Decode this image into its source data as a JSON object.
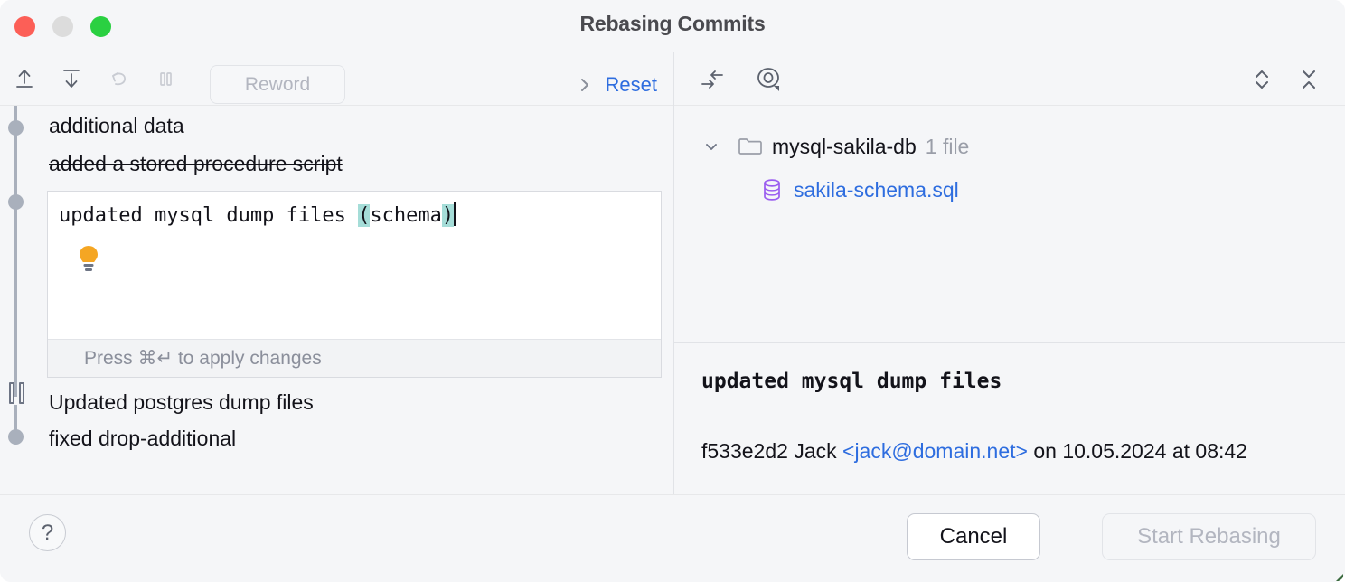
{
  "window": {
    "title": "Rebasing Commits",
    "traffic_lights": [
      "close-button",
      "minimize-button",
      "zoom-button"
    ]
  },
  "left_toolbar": {
    "icons": [
      {
        "name": "pick-up-icon",
        "label": "Pick"
      },
      {
        "name": "move-down-icon",
        "label": "Move Down"
      },
      {
        "name": "undo-icon",
        "label": "Undo"
      },
      {
        "name": "pause-stop-icon",
        "label": "Stop to Edit"
      }
    ],
    "reword_label": "Reword",
    "reset_label": "Reset",
    "reset_chevron": "chevron-right-icon"
  },
  "commits": [
    {
      "subject": "additional data",
      "marker": "dot",
      "struck": false,
      "editing": false
    },
    {
      "subject": "added a stored procedure script",
      "marker": "none",
      "struck": true,
      "editing": false
    },
    {
      "subject": "updated mysql dump files (schema)",
      "marker": "dot",
      "struck": false,
      "editing": true
    },
    {
      "subject": "Updated postgres dump files",
      "marker": "pause",
      "struck": false,
      "editing": false
    },
    {
      "subject": "fixed drop-additional",
      "marker": "dot",
      "struck": false,
      "editing": false
    }
  ],
  "editor": {
    "text_before": "updated mysql dump files ",
    "open_bracket": "(",
    "inner": "schema",
    "close_bracket": ")",
    "hint": "Press ⌘↵ to apply changes",
    "bulb_icon": "lightbulb-icon",
    "bulb_color": "#f5a623",
    "bracket_highlight_color": "#a5ddd8"
  },
  "right_toolbar": {
    "icons": [
      {
        "name": "group-by-directory-icon"
      },
      {
        "name": "preview-eye-icon"
      },
      {
        "name": "expand-all-icon"
      },
      {
        "name": "collapse-all-icon"
      }
    ]
  },
  "file_tree": {
    "chevron": "chevron-down-icon",
    "folder_icon": "folder-icon",
    "folder_name": "mysql-sakila-db",
    "file_count": "1 file",
    "files": [
      {
        "icon": "database-file-icon",
        "name": "sakila-schema.sql",
        "color": "#2e6ddf"
      }
    ]
  },
  "commit_details": {
    "subject": "updated mysql dump files",
    "hash": "f533e2d2",
    "author": "Jack",
    "email": "<jack@domain.net>",
    "on_word": "on",
    "date": "10.05.2024",
    "at_word": "at",
    "time": "08:42"
  },
  "bottom_bar": {
    "help_label": "?",
    "cancel_label": "Cancel",
    "start_label": "Start Rebasing"
  },
  "colors": {
    "accent_link": "#2e6ddf",
    "window_bg": "#f5f6f8",
    "editor_bg": "#ffffff",
    "graph": "#a9b0bc",
    "disabled_text": "#b3b6c0"
  }
}
